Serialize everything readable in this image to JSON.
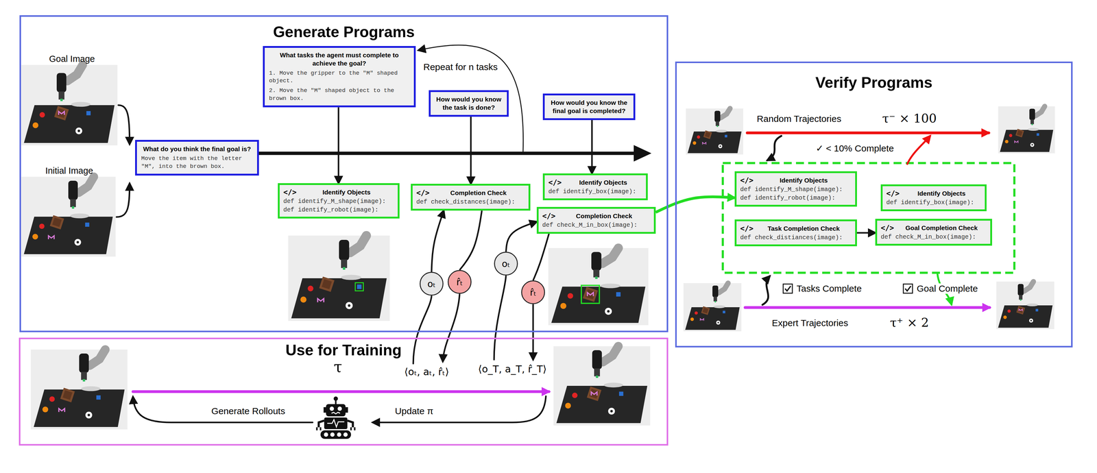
{
  "diagram": {
    "nodes": [
      {
        "text": [
          "Generate Programs"
        ]
      },
      {
        "text": [
          "What do you think the final goal is?",
          "Move the item with the letter \"M\", into the brown box."
        ],
        "in": 0
      },
      {
        "text": [
          "What tasks the agent must complete to achieve the goal?",
          "1. Move the gripper to the \"M\" shaped object.",
          "2. Move the \"M\" shaped object to the brown box."
        ],
        "in": 0
      },
      {
        "text": [
          "</>",
          "Identify Objects",
          "def identify_M_shape(image):",
          "def identify_robot(image):"
        ],
        "in": 0
      },
      {
        "text": [
          "How would you know the task is done?"
        ],
        "in": 0
      },
      {
        "text": [
          "</>",
          "Completion Check",
          "def check_distances(image):"
        ],
        "in": 0
      },
      {
        "text": [
          "How would you know the final goal is completed?"
        ],
        "in": 0
      },
      {
        "text": [
          "</>",
          "Identify Objects",
          "def identify_box(image):"
        ],
        "in": 0
      },
      {
        "text": [
          "</>",
          "Completion Check",
          "def check_M_in_box(image):"
        ],
        "in": 0
      },
      {
        "text": [
          "oₜ"
        ],
        "in": 0
      },
      {
        "text": [
          "r̂ₜ"
        ],
        "in": 0
      },
      {
        "text": [
          "oₜ"
        ],
        "in": 0
      },
      {
        "text": [
          "r̂ₜ"
        ],
        "in": 0
      },
      {
        "text": [
          "Use for Training"
        ]
      },
      {
        "text": [
          "Verify Programs"
        ]
      },
      {
        "text": [
          "</>",
          "Identify Objects",
          "def identify_M_shape(image):",
          "def identify_robot(image):"
        ],
        "in": 14
      },
      {
        "text": [
          "</>",
          "Task Completion Check",
          "def check_distiances(image):"
        ],
        "in": 14
      },
      {
        "text": [
          "</>",
          "Identify Objects",
          "def identify_box(image):"
        ],
        "in": 14
      },
      {
        "text": [
          "</>",
          "Goal Completion Check",
          "def check_M_in_box(image):"
        ],
        "in": 14
      }
    ],
    "edges": [
      {
        "from": 2,
        "to": 3,
        "arrow": "to"
      },
      {
        "from": 4,
        "to": 5,
        "arrow": "to"
      },
      {
        "from": 6,
        "to": 7,
        "arrow": "to"
      },
      {
        "from": 9,
        "to": 5,
        "arrow": "to"
      },
      {
        "from": 5,
        "to": 10,
        "arrow": "none"
      },
      {
        "from": 11,
        "to": 8,
        "arrow": "to"
      },
      {
        "from": 8,
        "to": 12,
        "arrow": "none"
      },
      {
        "from": 8,
        "to": 15,
        "arrow": "to"
      },
      {
        "from": 16,
        "to": 18,
        "arrow": "to"
      }
    ],
    "labels": [
      "Goal Image",
      "Initial Image",
      "Repeat for n tasks",
      "⟨oₜ, aₜ, r̂ₜ⟩",
      "⟨o_T, a_T, r̂_T⟩",
      "τ",
      "Generate Rollouts",
      "Update π",
      "Random Trajectories",
      "τ⁻ × 100",
      "✓ < 10% Complete",
      "Tasks Complete",
      "Goal Complete",
      "Expert Trajectories",
      "τ⁺ × 2"
    ]
  }
}
